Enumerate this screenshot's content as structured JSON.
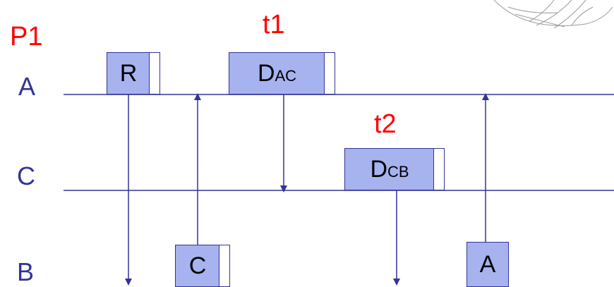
{
  "diagram": {
    "title": "P1",
    "timeline_labels": [
      "A",
      "C",
      "B"
    ],
    "events": {
      "t1": "t1",
      "t2": "t2"
    },
    "messages": {
      "R": "R",
      "C": "C",
      "D_AC_main": "D",
      "D_AC_sub": "AC",
      "D_CB_main": "D",
      "D_CB_sub": "CB",
      "A": "A"
    },
    "colors": {
      "line": "#333399",
      "box_fill": "#a6b3ef",
      "event_label": "#ff0000"
    }
  }
}
